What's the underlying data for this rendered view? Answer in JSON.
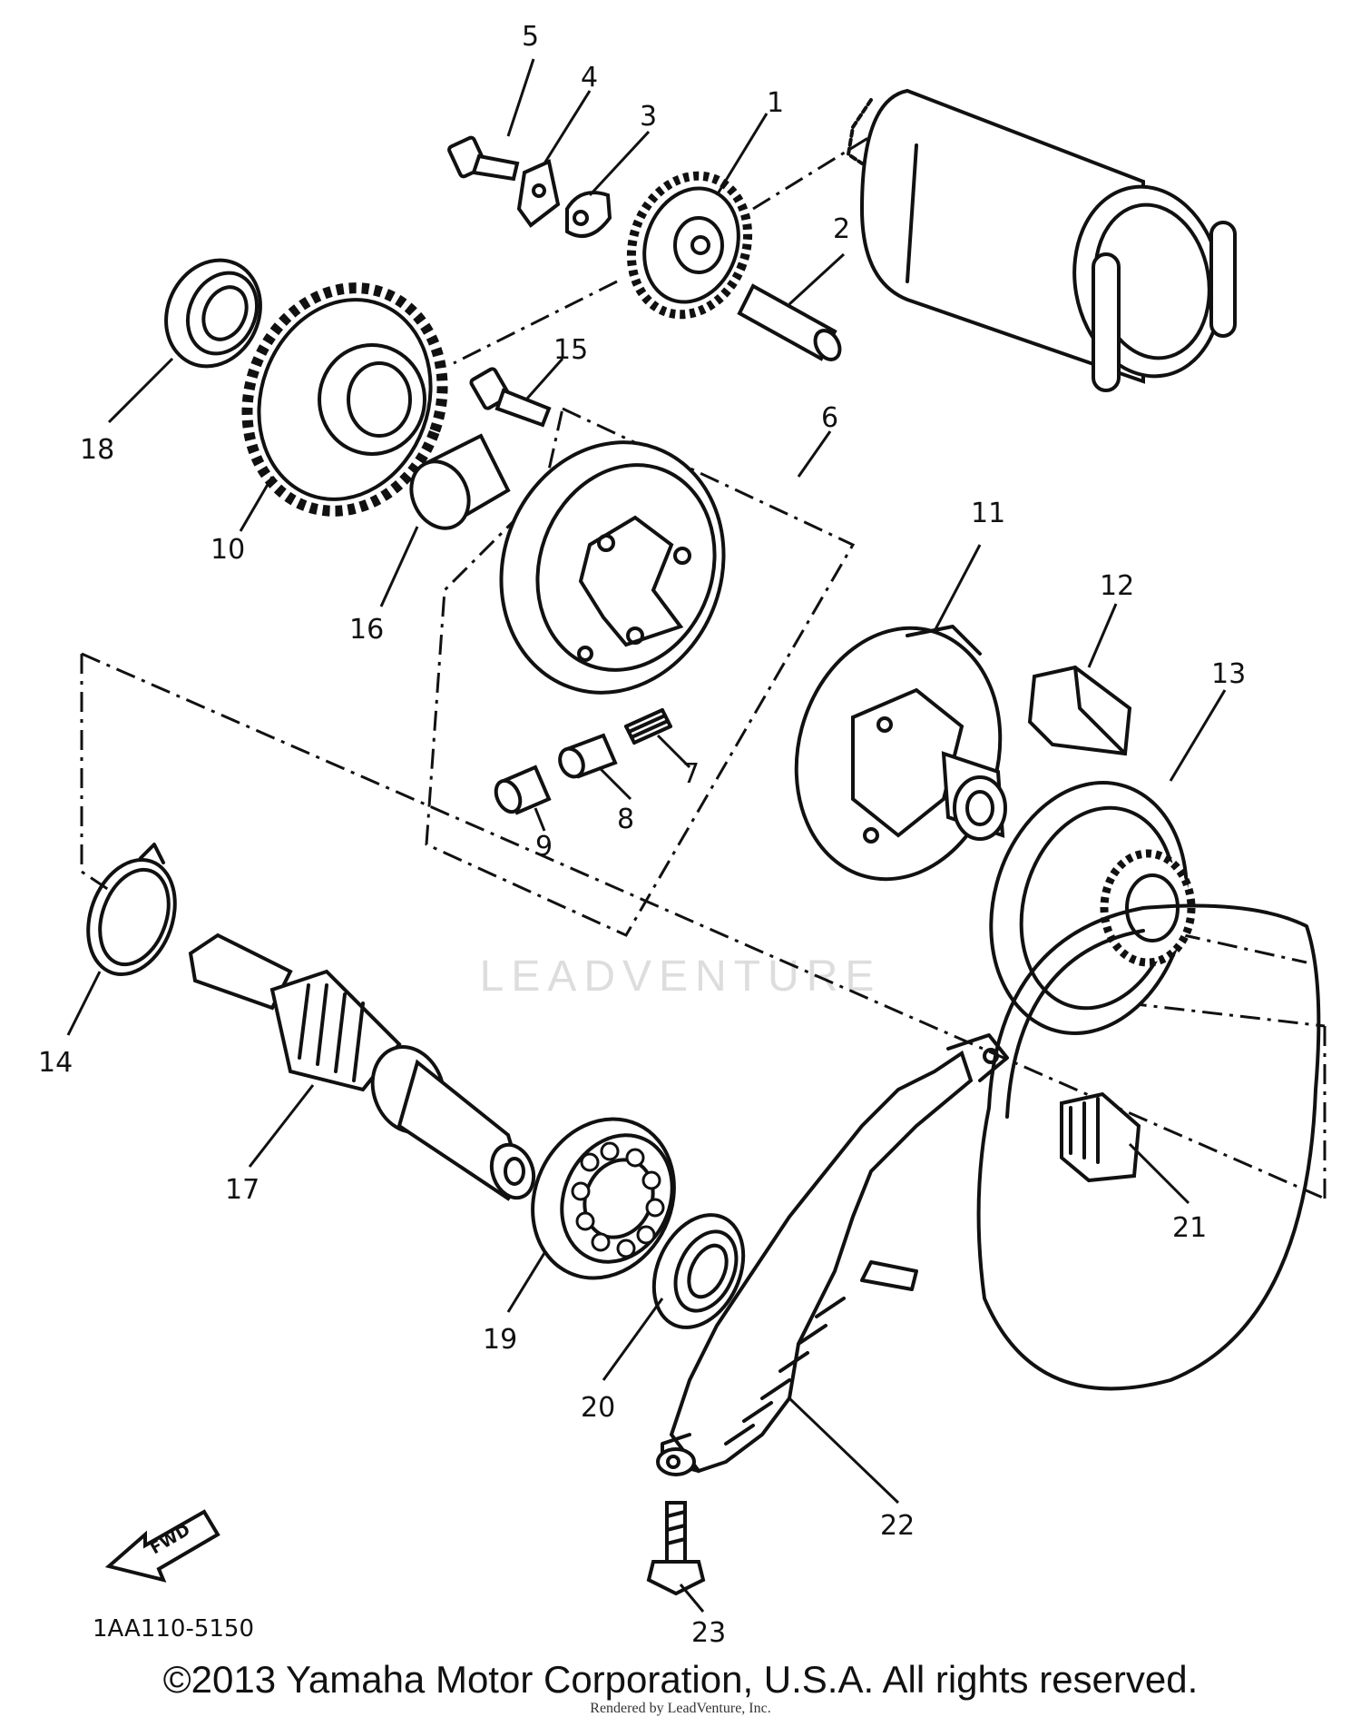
{
  "diagram": {
    "callouts": [
      "1",
      "2",
      "3",
      "4",
      "5",
      "6",
      "7",
      "8",
      "9",
      "10",
      "11",
      "12",
      "13",
      "14",
      "15",
      "16",
      "17",
      "18",
      "19",
      "20",
      "21",
      "22",
      "23"
    ],
    "part_code": "1AA110-5150",
    "fwd_label": "FWD",
    "watermark": "LEADVENTURE",
    "copyright": "©2013 Yamaha Motor Corporation, U.S.A. All rights reserved.",
    "rendered_by": "Rendered by LeadVenture, Inc."
  }
}
